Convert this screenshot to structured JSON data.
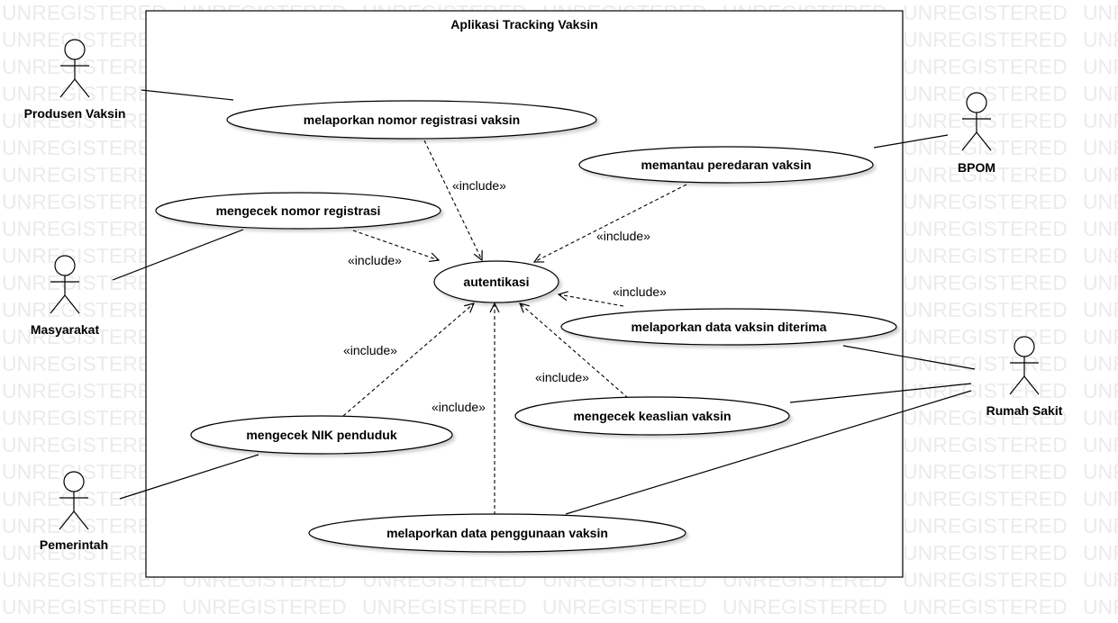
{
  "watermark": "UNREGISTERED",
  "system": {
    "title": "Aplikasi Tracking Vaksin"
  },
  "actors": {
    "produsen": "Produsen Vaksin",
    "masyarakat": "Masyarakat",
    "pemerintah": "Pemerintah",
    "bpom": "BPOM",
    "rumah_sakit": "Rumah Sakit"
  },
  "use_cases": {
    "melaporkan_nomor": "melaporkan nomor registrasi vaksin",
    "memantau": "memantau peredaran vaksin",
    "mengecek_nomor": "mengecek nomor registrasi",
    "autentikasi": "autentikasi",
    "melaporkan_diterima": "melaporkan data vaksin diterima",
    "mengecek_keaslian": "mengecek keaslian vaksin",
    "mengecek_nik": "mengecek NIK penduduk",
    "melaporkan_penggunaan": "melaporkan data penggunaan vaksin"
  },
  "relations": {
    "include": "«include»"
  }
}
